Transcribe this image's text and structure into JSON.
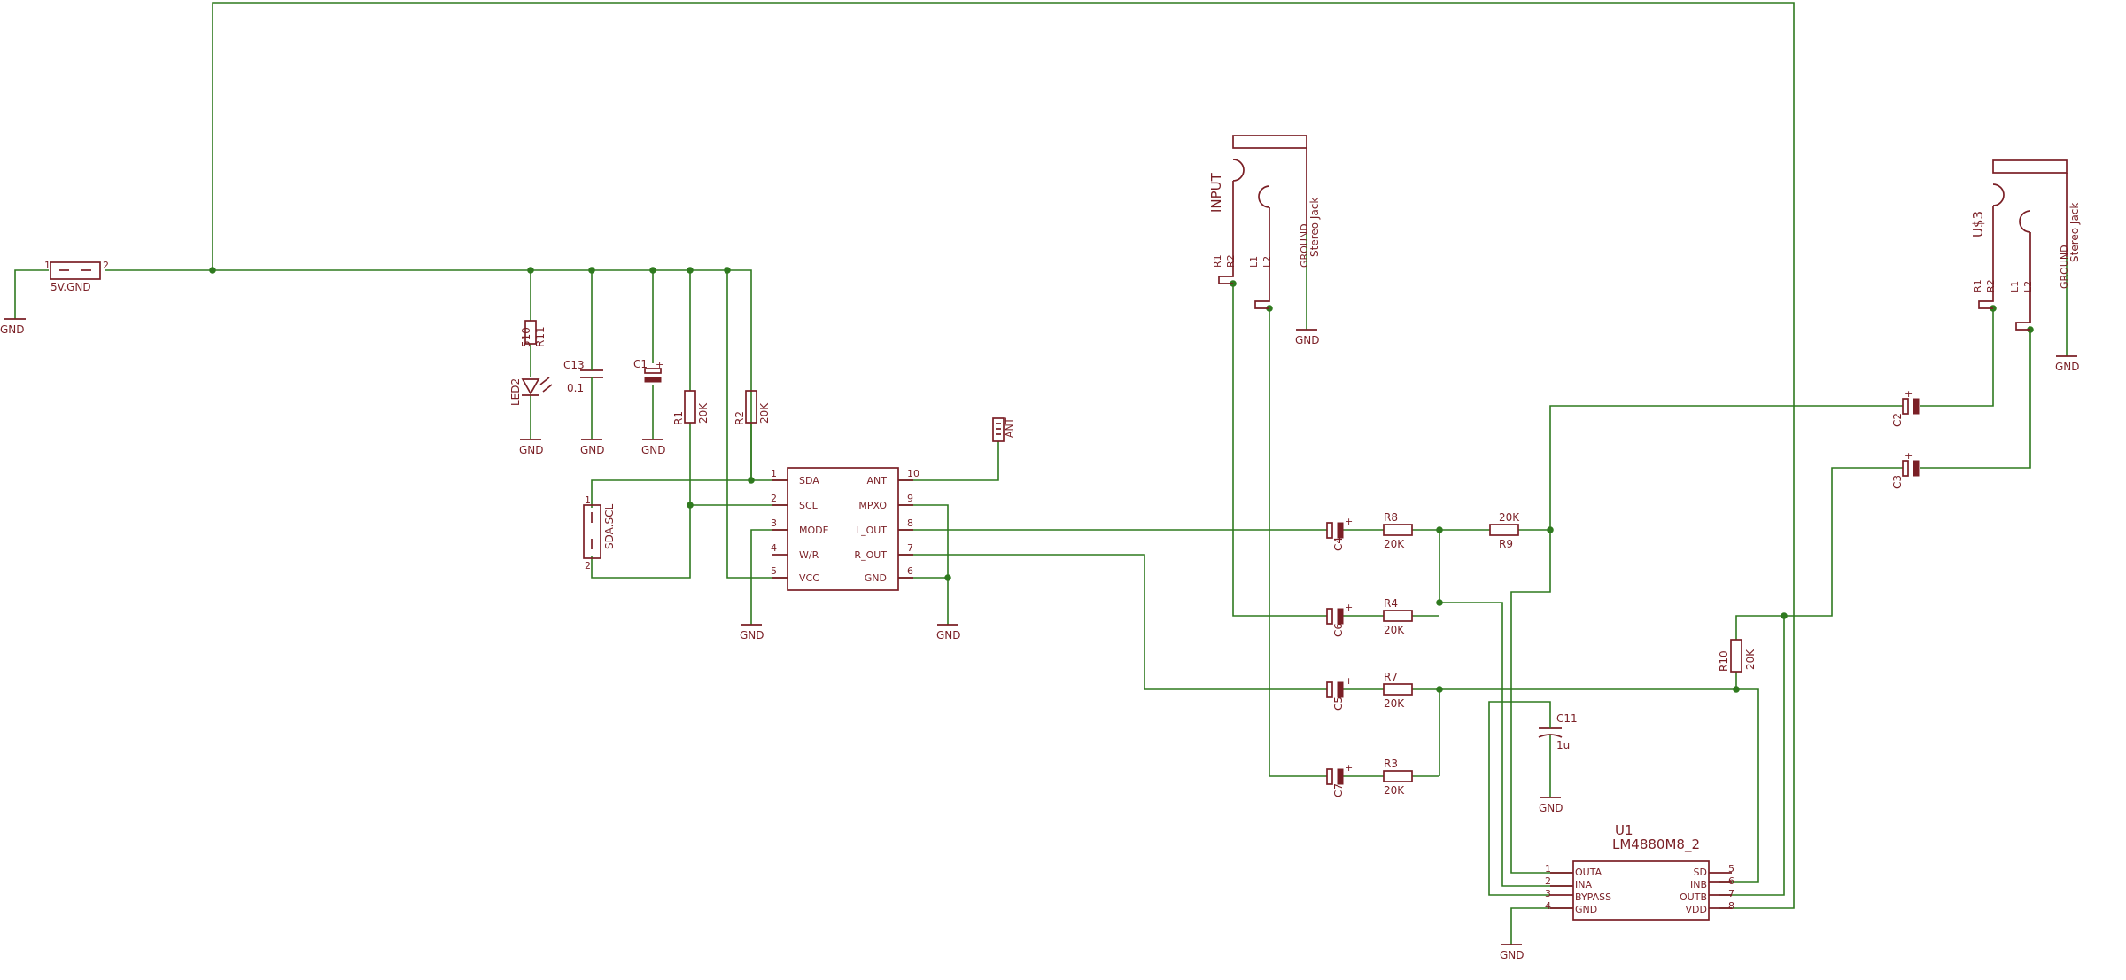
{
  "gnd": "GND",
  "plus": "+",
  "conn_5v": {
    "name": "5V.GND",
    "pin1": "1",
    "pin2": "2"
  },
  "conn_sdascl": {
    "name": "SDA.SCL",
    "pin1": "1",
    "pin2": "2"
  },
  "r11": {
    "name": "R11",
    "value": "510"
  },
  "led2": {
    "name": "LED2"
  },
  "c13": {
    "name": "C13",
    "value": "0.1"
  },
  "c1": {
    "name": "C1"
  },
  "r1": {
    "name": "R1",
    "value": "20K"
  },
  "r2": {
    "name": "R2",
    "value": "20K"
  },
  "ant": {
    "name": "ANT"
  },
  "radio": {
    "left_pins": [
      {
        "num": "1",
        "name": "SDA"
      },
      {
        "num": "2",
        "name": "SCL"
      },
      {
        "num": "3",
        "name": "MODE"
      },
      {
        "num": "4",
        "name": "W/R"
      },
      {
        "num": "5",
        "name": "VCC"
      }
    ],
    "right_pins": [
      {
        "num": "10",
        "name": "ANT"
      },
      {
        "num": "9",
        "name": "MPXO"
      },
      {
        "num": "8",
        "name": "L_OUT"
      },
      {
        "num": "7",
        "name": "R_OUT"
      },
      {
        "num": "6",
        "name": "GND"
      }
    ]
  },
  "jack_in": {
    "name": "INPUT",
    "value": "Stereo Jack",
    "pins": [
      "R1",
      "R2",
      "L1",
      "L2",
      "GROUND"
    ]
  },
  "jack_out": {
    "name": "U$3",
    "value": "Stereo Jack",
    "pins": [
      "R1",
      "R2",
      "L1",
      "L2",
      "GROUND"
    ]
  },
  "c4": {
    "name": "C4"
  },
  "c6": {
    "name": "C6"
  },
  "c5": {
    "name": "C5"
  },
  "c7": {
    "name": "C7"
  },
  "c2": {
    "name": "C2"
  },
  "c3": {
    "name": "C3"
  },
  "r8": {
    "name": "R8",
    "value": "20K"
  },
  "r4": {
    "name": "R4",
    "value": "20K"
  },
  "r7": {
    "name": "R7",
    "value": "20K"
  },
  "r3": {
    "name": "R3",
    "value": "20K"
  },
  "r9": {
    "name": "R9",
    "value": "20K"
  },
  "r10": {
    "name": "R10",
    "value": "20K"
  },
  "c11": {
    "name": "C11",
    "value": "1u"
  },
  "u1": {
    "name": "U1",
    "value": "LM4880M8_2",
    "left_pins": [
      {
        "num": "1",
        "name": "OUTA"
      },
      {
        "num": "2",
        "name": "INA"
      },
      {
        "num": "3",
        "name": "BYPASS"
      },
      {
        "num": "4",
        "name": "GND"
      }
    ],
    "right_pins": [
      {
        "num": "5",
        "name": "SD"
      },
      {
        "num": "6",
        "name": "INB"
      },
      {
        "num": "7",
        "name": "OUTB"
      },
      {
        "num": "8",
        "name": "VDD"
      }
    ]
  }
}
